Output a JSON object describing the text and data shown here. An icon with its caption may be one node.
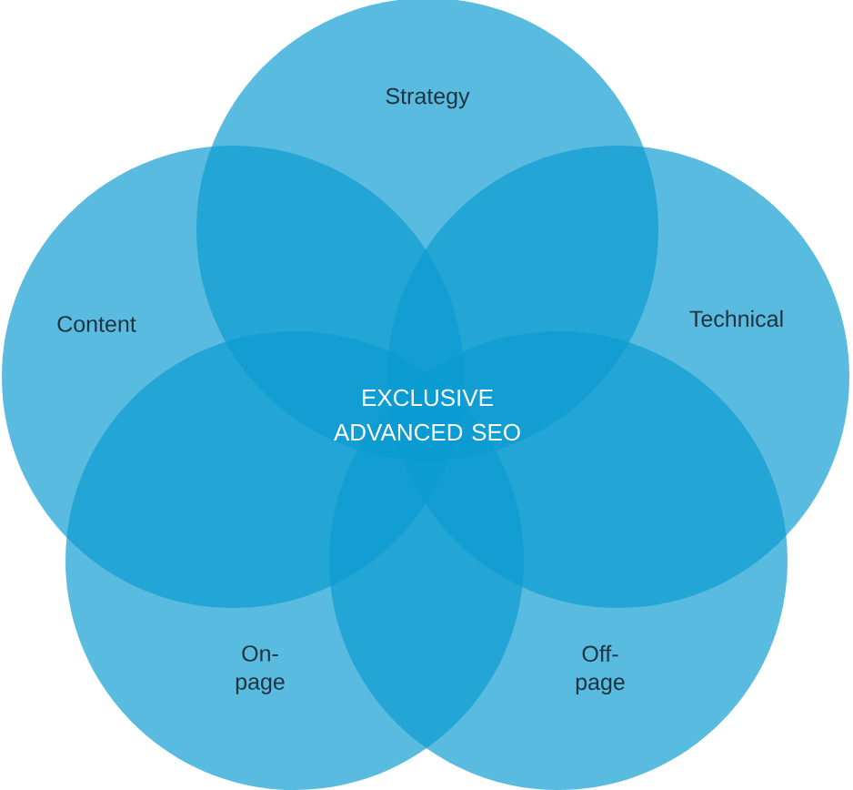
{
  "diagram": {
    "nodes": [
      {
        "text": [
          "Strategy"
        ]
      },
      {
        "text": [
          "Content"
        ]
      },
      {
        "text": [
          "Technical"
        ]
      },
      {
        "text": [
          "On-page"
        ]
      },
      {
        "text": [
          "Off-page"
        ]
      }
    ],
    "labels": [
      "EXCLUSIVE ADVANCED SEO"
    ]
  }
}
